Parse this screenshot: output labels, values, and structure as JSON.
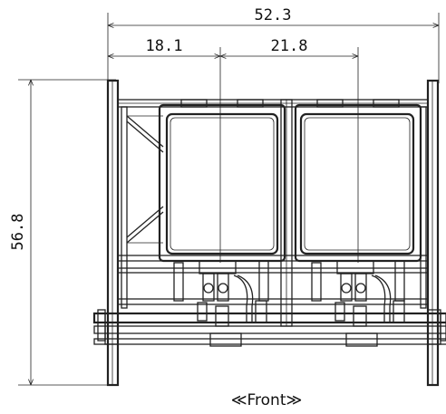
{
  "dimensions": {
    "overall_width": "52.3",
    "left_unit_centerline": "18.1",
    "unit_spacing": "21.8",
    "overall_height": "56.8"
  },
  "caption": "≪Front≫"
}
